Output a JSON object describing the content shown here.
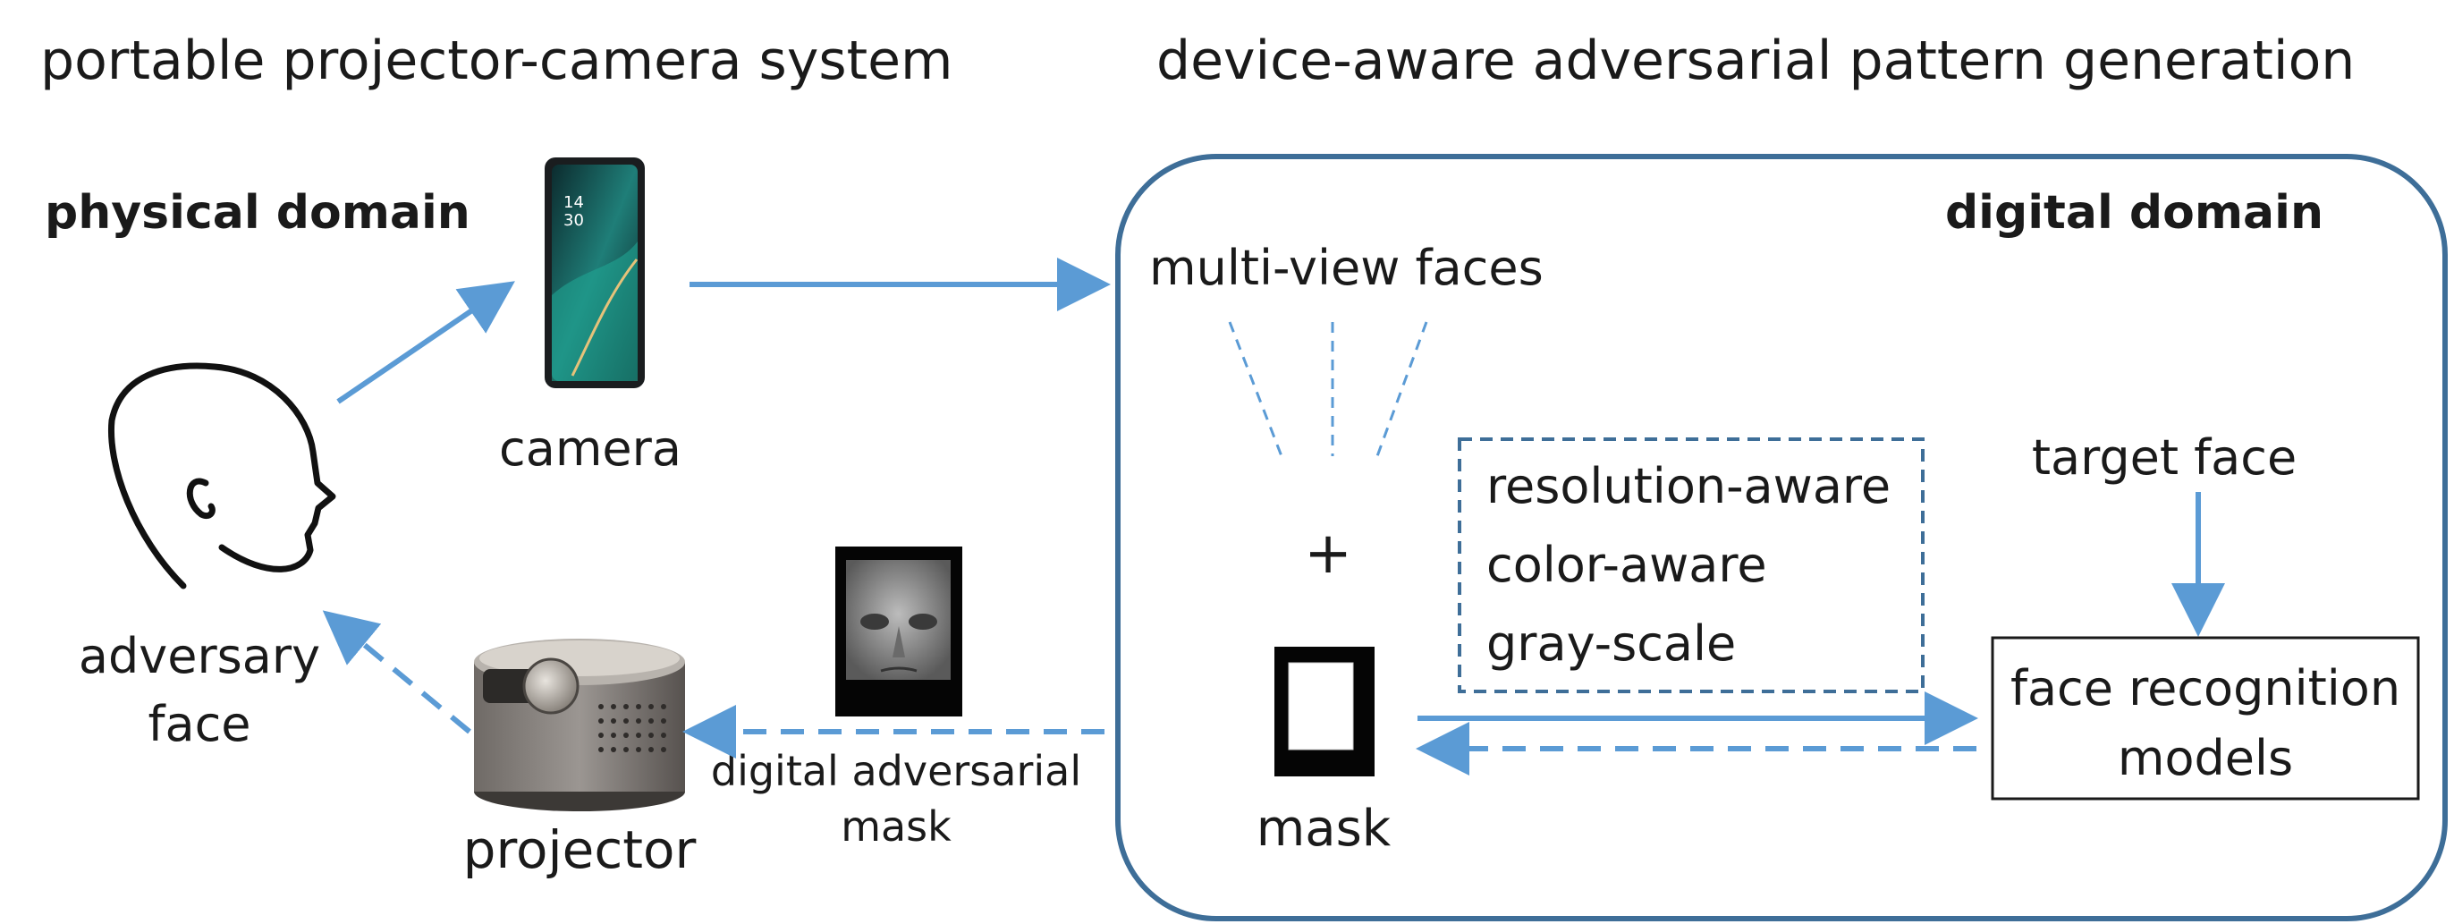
{
  "headers": {
    "left": "portable projector-camera system",
    "right": "device-aware adversarial pattern generation"
  },
  "domains": {
    "physical": "physical domain",
    "digital": "digital domain"
  },
  "devices": {
    "camera": "camera",
    "projector": "projector",
    "adversary_face_line1": "adversary",
    "adversary_face_line2": "face"
  },
  "flow_labels": {
    "digital_mask_line1": "digital adversarial",
    "digital_mask_line2": "mask"
  },
  "digital_panel": {
    "multi_view": "multi-view faces",
    "plus": "+",
    "mask": "mask",
    "constraints": [
      "resolution-aware",
      "color-aware",
      "gray-scale"
    ],
    "target_face": "target face",
    "fr_line1": "face recognition",
    "fr_line2": "models"
  },
  "icons": {
    "head": "head-silhouette-icon",
    "phone": "smartphone-icon",
    "projector": "projector-icon",
    "mask_photo": "adversarial-mask-image",
    "mask_frame": "mask-frame-icon"
  },
  "colors": {
    "arrow": "#5b9bd5",
    "panel_border": "#3e6e98",
    "dashed_box": "#3e6e98",
    "text": "#1a1a1a"
  }
}
